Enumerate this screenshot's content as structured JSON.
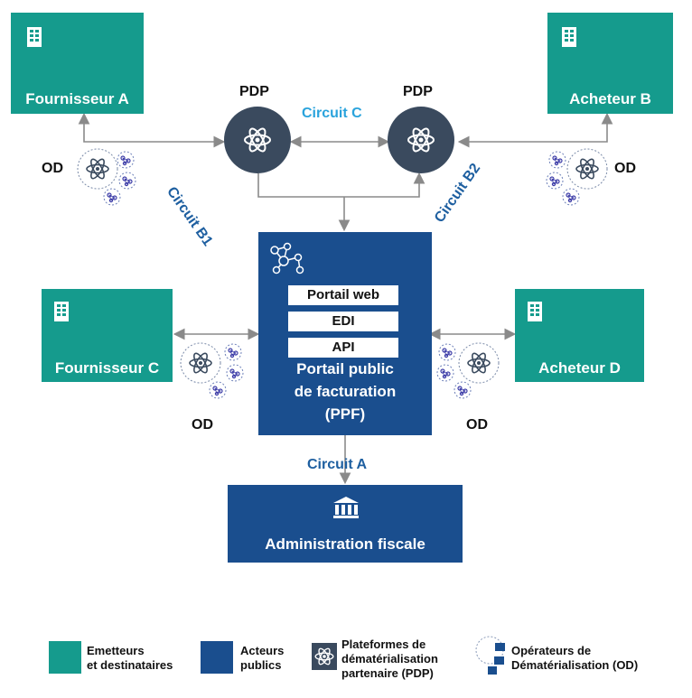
{
  "nodes": {
    "fournisseur_a": "Fournisseur A",
    "acheteur_b": "Acheteur B",
    "fournisseur_c": "Fournisseur C",
    "acheteur_d": "Acheteur D",
    "ppf_title_1": "Portail public",
    "ppf_title_2": "de facturation",
    "ppf_title_3": "(PPF)",
    "ppf_items": [
      "Portail web",
      "EDI",
      "API"
    ],
    "admin": "Administration fiscale"
  },
  "labels": {
    "pdp_left": "PDP",
    "pdp_right": "PDP",
    "od_a": "OD",
    "od_b": "OD",
    "od_c": "OD",
    "od_d": "OD"
  },
  "circuits": {
    "c": "Circuit C",
    "b1": "Circuit B1",
    "b2": "Circuit B2",
    "a": "Circuit A"
  },
  "legend": {
    "emitters_1": "Emetteurs",
    "emitters_2": "et destinataires",
    "public_1": "Acteurs",
    "public_2": "publics",
    "pdp_1": "Plateformes de",
    "pdp_2": "dématérialisation",
    "pdp_3": "partenaire (PDP)",
    "od_1": "Opérateurs de",
    "od_2": "Dématérialisation (OD)"
  },
  "colors": {
    "emitters": "#159b8d",
    "public": "#1a4e8e",
    "pdp": "#3a4a5e",
    "circuit_text": "#1e5fa0"
  }
}
